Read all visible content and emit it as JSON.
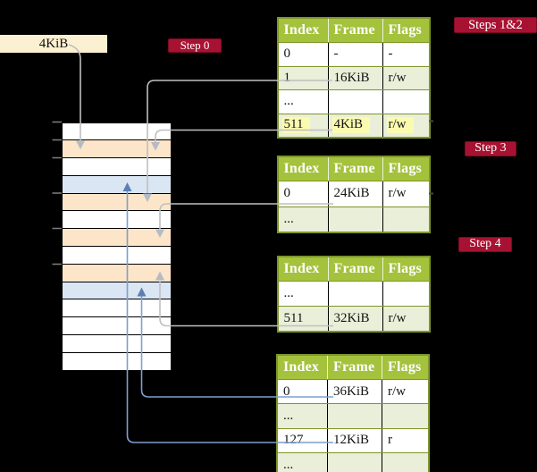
{
  "labels": {
    "frame_size": "4KiB"
  },
  "badges": {
    "step0": "Step 0",
    "steps12": "Steps 1&2",
    "step3": "Step 3",
    "step4": "Step 4"
  },
  "columns": [
    "Index",
    "Frame",
    "Flags"
  ],
  "tables": [
    {
      "name": "page-table-steps-1-2",
      "rows": [
        {
          "cells": [
            "0",
            "-",
            "-"
          ],
          "shade": false,
          "highlight": false
        },
        {
          "cells": [
            "1",
            "16KiB",
            "r/w"
          ],
          "shade": true,
          "highlight": false
        },
        {
          "cells": [
            "...",
            "",
            ""
          ],
          "shade": false,
          "highlight": false
        },
        {
          "cells": [
            "511",
            "4KiB",
            "r/w"
          ],
          "shade": true,
          "highlight": true
        }
      ]
    },
    {
      "name": "page-table-step-3",
      "rows": [
        {
          "cells": [
            "0",
            "24KiB",
            "r/w"
          ],
          "shade": false,
          "highlight": false
        },
        {
          "cells": [
            "...",
            "",
            ""
          ],
          "shade": true,
          "highlight": false
        }
      ]
    },
    {
      "name": "page-table-step-4-upper",
      "rows": [
        {
          "cells": [
            "...",
            "",
            ""
          ],
          "shade": false,
          "highlight": false
        },
        {
          "cells": [
            "511",
            "32KiB",
            "r/w"
          ],
          "shade": true,
          "highlight": false
        }
      ]
    },
    {
      "name": "page-table-step-4-lower",
      "rows": [
        {
          "cells": [
            "0",
            "36KiB",
            "r/w"
          ],
          "shade": false,
          "highlight": false
        },
        {
          "cells": [
            "...",
            "",
            ""
          ],
          "shade": true,
          "highlight": false
        },
        {
          "cells": [
            "127",
            "12KiB",
            "r"
          ],
          "shade": false,
          "highlight": false
        },
        {
          "cells": [
            "...",
            "",
            ""
          ],
          "shade": true,
          "highlight": false
        }
      ]
    }
  ],
  "memory": {
    "row_fills": [
      "white",
      "orange",
      "white",
      "blue",
      "orange",
      "white",
      "orange",
      "white",
      "orange",
      "blue",
      "white",
      "white",
      "white",
      "white"
    ]
  },
  "colors": {
    "bg": "#000000",
    "cream": "#fcf0d2",
    "badge_red": "#a81232",
    "badge_border": "#7c0a22",
    "header_green": "#a4c23c",
    "table_border": "#7e962b",
    "row_shade": "#e9efd8",
    "hl_yellow": "#fbfbb0",
    "mem_orange": "#fce5c8",
    "mem_blue": "#dae6f3",
    "line_gray": "#bfbfbf",
    "arrow_gray": "#b4bac6",
    "line_blue": "#7da0cb",
    "arrow_blue": "#5e80b0",
    "tick_gray": "#7f7f7f"
  }
}
